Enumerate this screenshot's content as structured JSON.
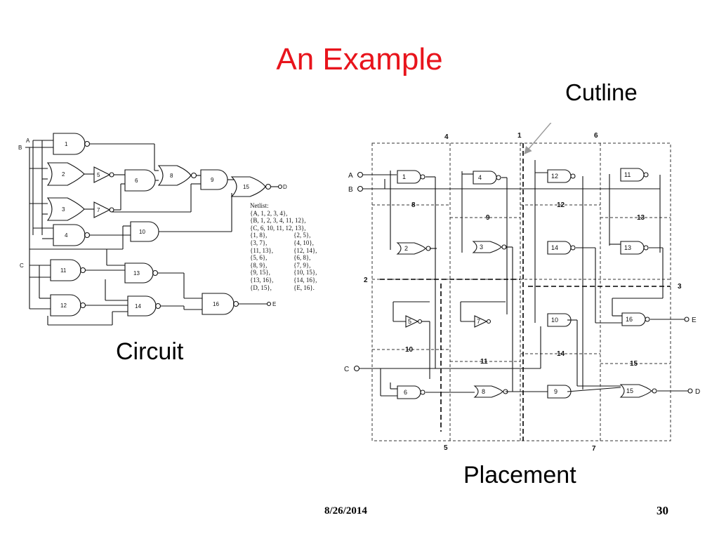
{
  "slide": {
    "title": "An Example",
    "circuit_label": "Circuit",
    "placement_label": "Placement",
    "cutline_label": "Cutline",
    "date": "8/26/2014",
    "page_number": "30",
    "title_color": "#e8141c"
  },
  "circuit": {
    "inputs": [
      "A",
      "B",
      "C"
    ],
    "output_d": "D",
    "output_e": "E",
    "gates": [
      "1",
      "2",
      "3",
      "4",
      "5",
      "6",
      "7",
      "8",
      "9",
      "10",
      "11",
      "12",
      "13",
      "14",
      "15",
      "16"
    ]
  },
  "netlist": {
    "heading": "Netlist:",
    "full_rows": [
      "{A, 1, 2, 3, 4},",
      "{B, 1, 2, 3, 4, 11, 12},",
      "{C, 6, 10, 11, 12, 13},"
    ],
    "pair_rows": [
      [
        "{1, 8},",
        "{2, 5},"
      ],
      [
        "{3, 7},",
        "{4, 10},"
      ],
      [
        "{11, 13},",
        "{12, 14},"
      ],
      [
        "{5, 6},",
        "{6, 8},"
      ],
      [
        "{8, 9},",
        "{7, 9},"
      ],
      [
        "{9, 15},",
        "{10, 15},"
      ],
      [
        "{13, 16},",
        "{14, 16},"
      ],
      [
        "{D, 15},",
        "{E, 16}."
      ]
    ]
  },
  "placement": {
    "inputs": [
      "A",
      "B",
      "C"
    ],
    "outputs": [
      "E",
      "D"
    ],
    "cutline_numbers": [
      "1",
      "2",
      "3",
      "4",
      "5",
      "6",
      "7",
      "8",
      "9",
      "10",
      "11",
      "12",
      "13",
      "14",
      "15"
    ],
    "gates": [
      "1",
      "2",
      "3",
      "4",
      "5",
      "6",
      "7",
      "8",
      "9",
      "10",
      "11",
      "12",
      "13",
      "14",
      "15",
      "16"
    ]
  }
}
